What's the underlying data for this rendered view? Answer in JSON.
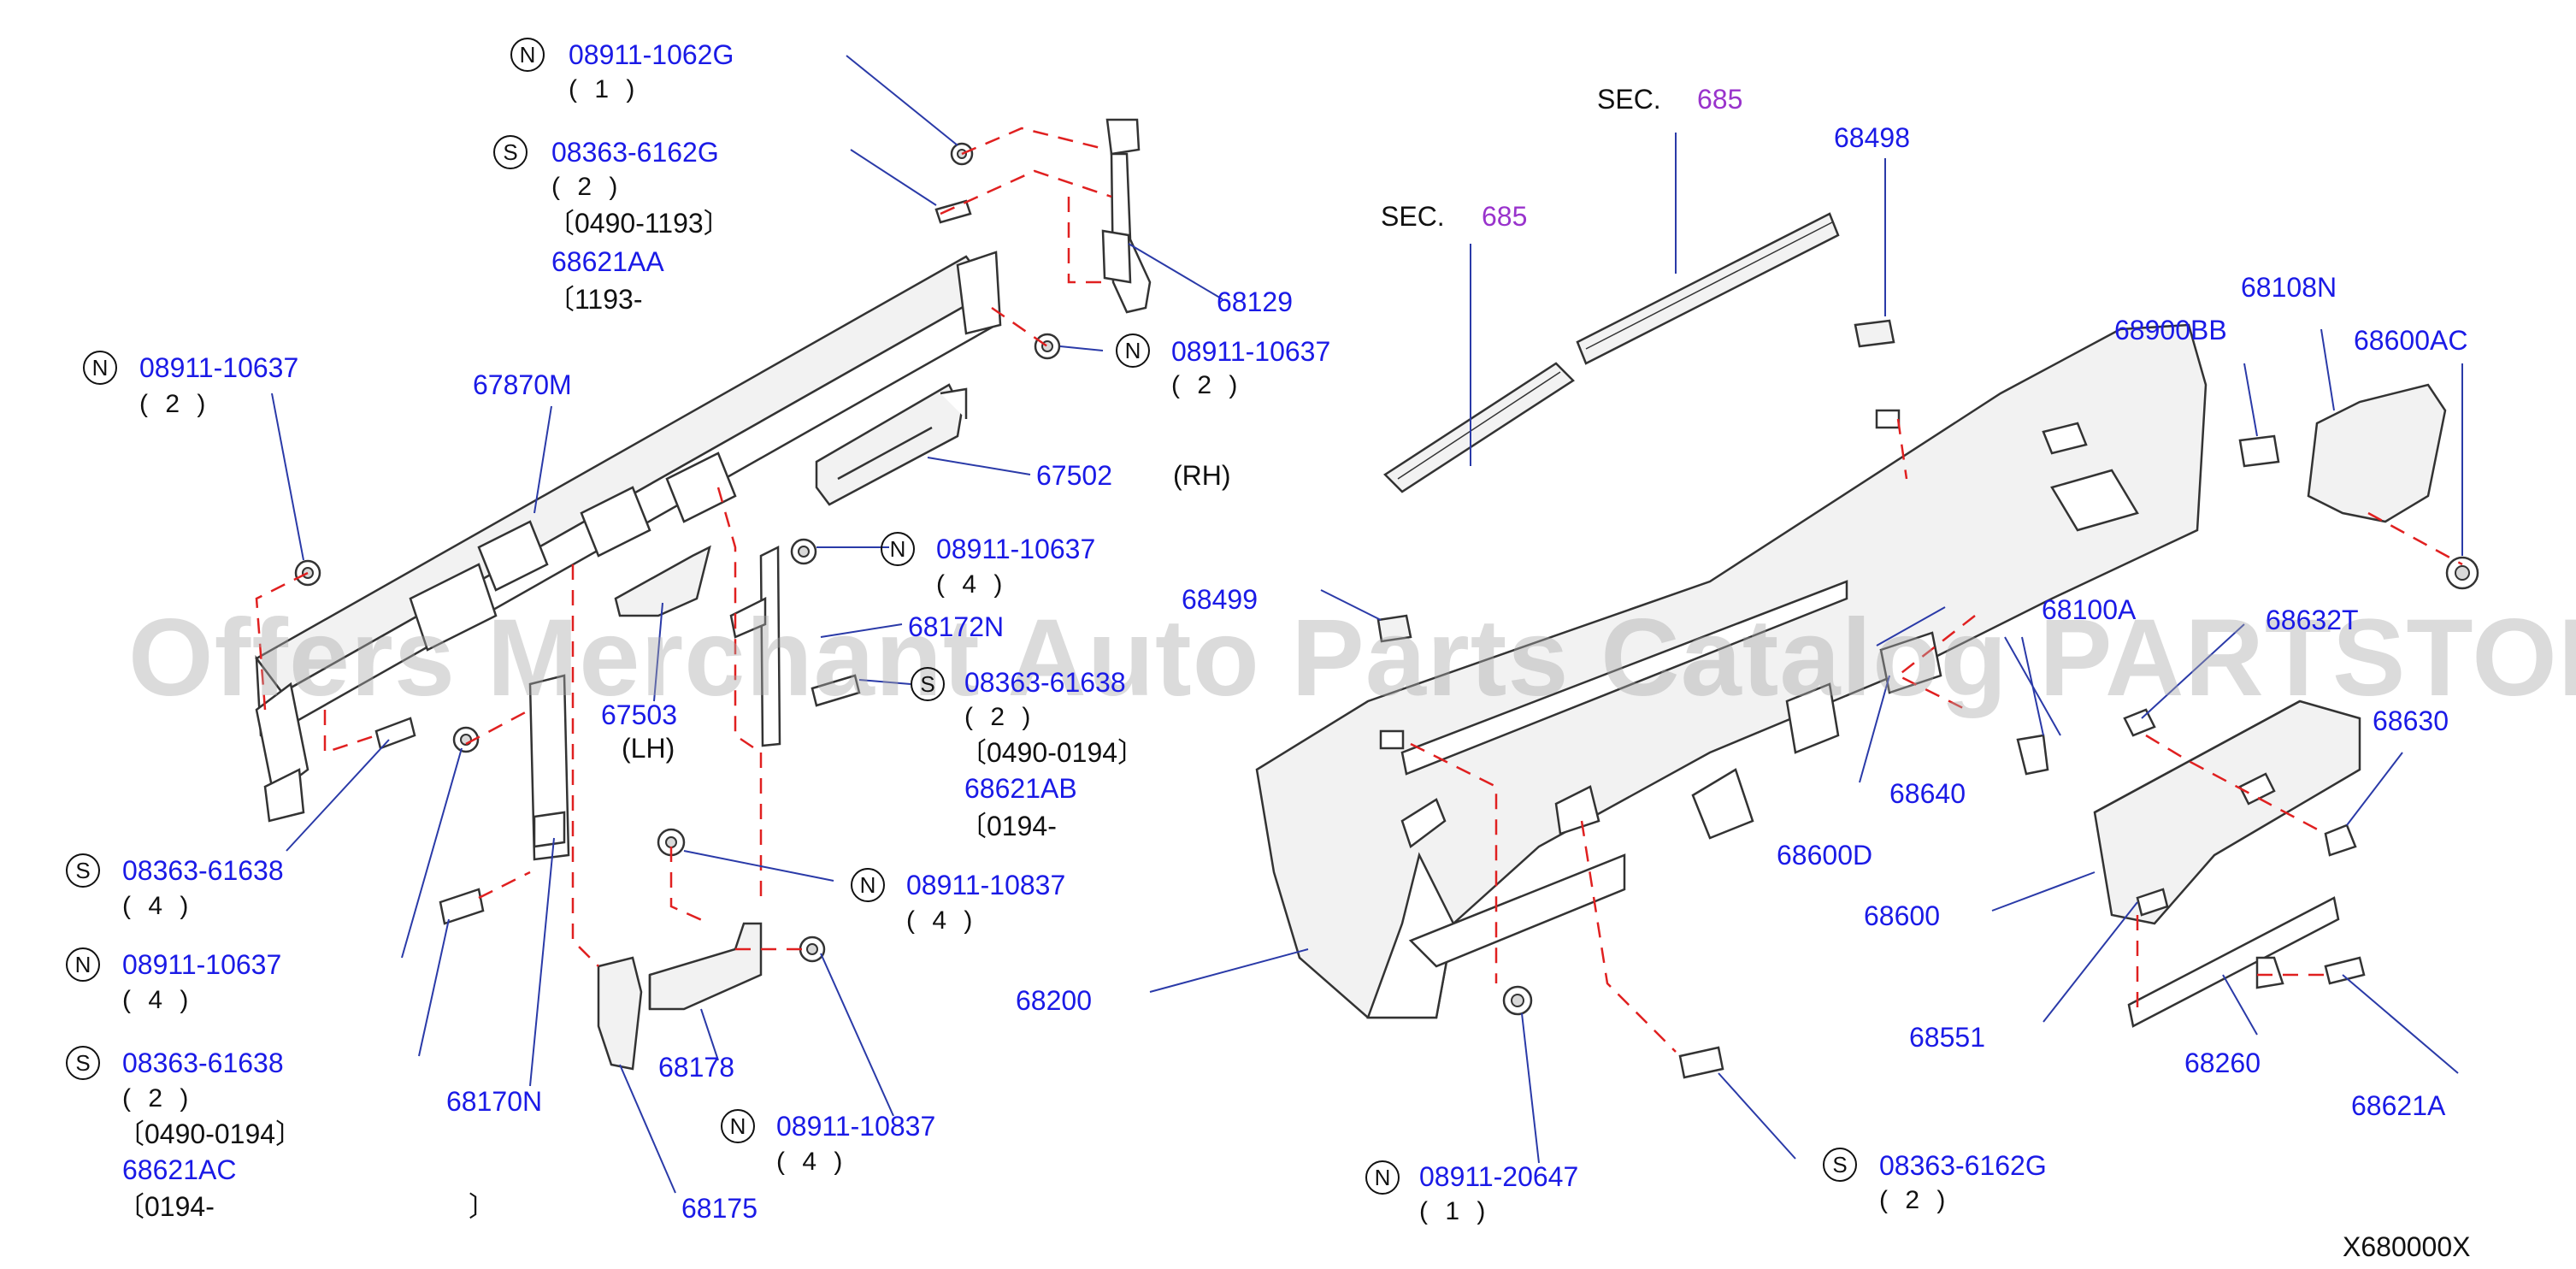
{
  "watermark": "Offers Merchant Auto Parts Catalog PARTSTORE.SA",
  "diagram_code": "X680000X",
  "labels": {
    "p08911_1062G": "08911-1062G",
    "q_1062G": "( 1 )",
    "p08363_6162G_top": "08363-6162G",
    "q_6162G_top": "( 2 )",
    "d_0490_1193": "〔0490-1193〕",
    "p68621AA": "68621AA",
    "d_1193": "〔1193-",
    "p08911_10637_a": "08911-10637",
    "q_10637_a": "( 2 )",
    "p67870M": "67870M",
    "p08911_10637_b": "08911-10637",
    "q_10637_b": "( 2 )",
    "p68129": "68129",
    "p67502": "67502",
    "rh": "(RH)",
    "p08911_10637_c": "08911-10637",
    "q_10637_c": "( 4 )",
    "p68172N": "68172N",
    "p08363_61638_mid": "08363-61638",
    "q_61638_mid": "( 2 )",
    "d_0490_0194_mid": "〔0490-0194〕",
    "p68621AB": "68621AB",
    "d_0194_mid": "〔0194-",
    "p67503": "67503",
    "lh": "(LH)",
    "p08363_61638_a": "08363-61638",
    "q_61638_a": "( 4 )",
    "p08911_10637_d": "08911-10637",
    "q_10637_d": "( 4 )",
    "p08363_61638_b": "08363-61638",
    "q_61638_b": "( 2 )",
    "d_0490_0194_b": "〔0490-0194〕",
    "p68621AC": "68621AC",
    "d_0194_b": "〔0194-",
    "d_0194_b_close": "〕",
    "p08911_10837_a": "08911-10837",
    "q_10837_a": "( 4 )",
    "p68178": "68178",
    "p68170N": "68170N",
    "p08911_10837_b": "08911-10837",
    "q_10837_b": "( 4 )",
    "p68175": "68175",
    "sec_a": "SEC.",
    "sec_a_num": "685",
    "sec_b": "SEC.",
    "sec_b_num": "685",
    "p68498": "68498",
    "p68108N": "68108N",
    "p68900BB": "68900BB",
    "p68600AC": "68600AC",
    "p68499": "68499",
    "p68100A": "68100A",
    "p68632T": "68632T",
    "p68630": "68630",
    "p68640": "68640",
    "p68600D": "68600D",
    "p68600": "68600",
    "p68200": "68200",
    "p68551": "68551",
    "p68260": "68260",
    "p68621A": "68621A",
    "p08911_20647": "08911-20647",
    "q_20647": "( 1 )",
    "p08363_6162G_bot": "08363-6162G",
    "q_6162G_bot": "( 2 )"
  },
  "badges": {
    "n": "N",
    "s": "S"
  },
  "colors": {
    "part_number": "#1a1ae6",
    "section_number": "#9933cc",
    "leader_line": "#2a3aa8",
    "assembly_line": "#e02020",
    "text": "#111111"
  }
}
